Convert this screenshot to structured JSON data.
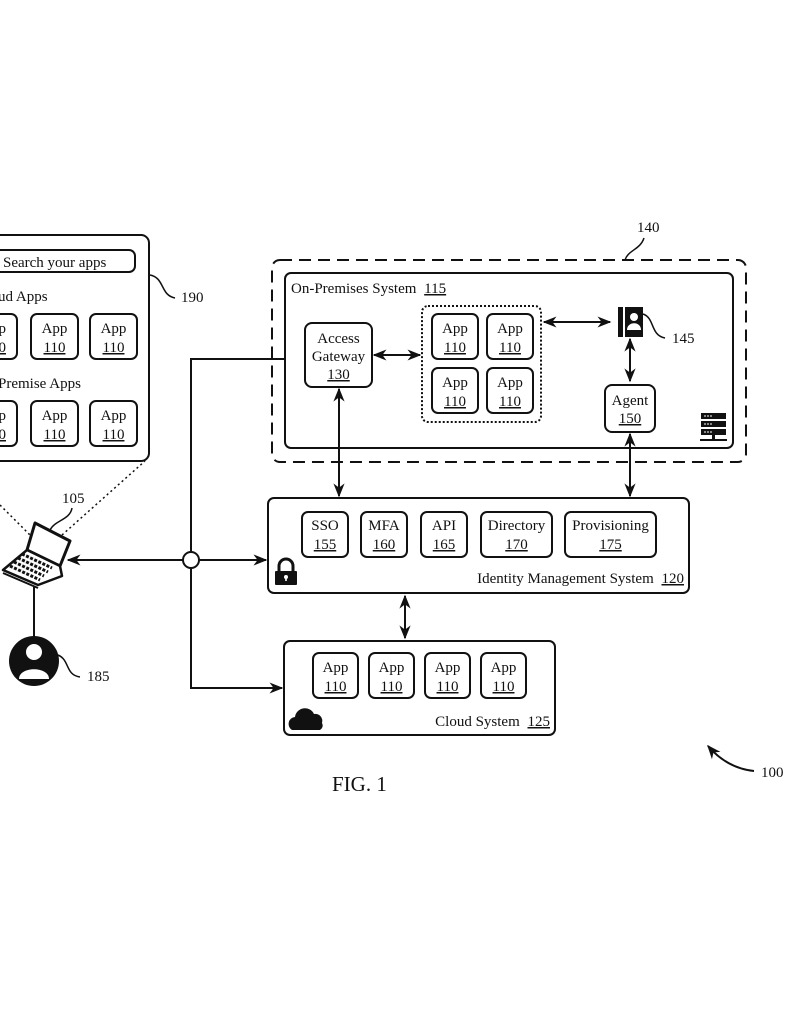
{
  "figure": {
    "caption": "FIG. 1",
    "ref_system": "100"
  },
  "app_portal": {
    "ref": "190",
    "search_placeholder": "Search your apps",
    "cloud_section_label": "Cloud Apps",
    "cloud_section_label_visible": "ud Apps",
    "onprem_section_label": "On-Premise Apps",
    "onprem_section_label_visible": "Premise Apps",
    "app_label": "App",
    "app_ref": "110",
    "clipped_app_label": "p",
    "clipped_app_ref": "0"
  },
  "device": {
    "ref": "105",
    "icon": "laptop-icon"
  },
  "user": {
    "ref": "185",
    "icon": "user-avatar-icon"
  },
  "boundary": {
    "ref": "140"
  },
  "on_premises": {
    "title": "On-Premises System",
    "ref": "115",
    "access_gateway": {
      "line1": "Access",
      "line2": "Gateway",
      "ref": "130"
    },
    "apps": [
      {
        "label": "App",
        "ref": "110"
      },
      {
        "label": "App",
        "ref": "110"
      },
      {
        "label": "App",
        "ref": "110"
      },
      {
        "label": "App",
        "ref": "110"
      }
    ],
    "directory_ref": "145",
    "directory_icon": "address-book-icon",
    "agent": {
      "label": "Agent",
      "ref": "150"
    },
    "server_icon": "server-icon"
  },
  "identity_management": {
    "title": "Identity Management System",
    "ref": "120",
    "lock_icon": "lock-icon",
    "modules": [
      {
        "label": "SSO",
        "ref": "155"
      },
      {
        "label": "MFA",
        "ref": "160"
      },
      {
        "label": "API",
        "ref": "165"
      },
      {
        "label": "Directory",
        "ref": "170"
      },
      {
        "label": "Provisioning",
        "ref": "175"
      }
    ]
  },
  "cloud_system": {
    "title": "Cloud System",
    "ref": "125",
    "cloud_icon": "cloud-icon",
    "apps": [
      {
        "label": "App",
        "ref": "110"
      },
      {
        "label": "App",
        "ref": "110"
      },
      {
        "label": "App",
        "ref": "110"
      },
      {
        "label": "App",
        "ref": "110"
      }
    ]
  }
}
